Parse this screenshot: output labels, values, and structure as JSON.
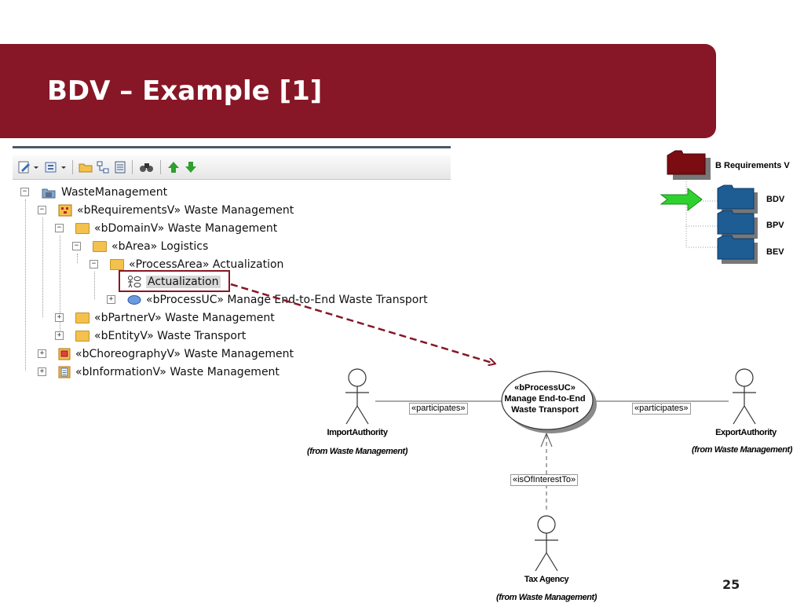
{
  "slide": {
    "title": "BDV – Example [1]",
    "page_number": "25",
    "accent_color": "#871726"
  },
  "toolbar": {
    "icons": [
      "edit-icon",
      "dropdown-arrow-icon",
      "view-icon",
      "dropdown-arrow-icon",
      "folder-icon",
      "hierarchy-icon",
      "document-icon",
      "find-icon",
      "move-up-icon",
      "move-down-icon"
    ]
  },
  "tree": {
    "nodes": [
      {
        "label": "WasteManagement",
        "icon": "package-root-icon",
        "toggle": "−"
      },
      {
        "label": "«bRequirementsV» Waste Management",
        "icon": "requirements-view-icon",
        "toggle": "−"
      },
      {
        "label": "«bDomainV» Waste Management",
        "icon": "folder-icon",
        "toggle": "−"
      },
      {
        "label": "«bArea» Logistics",
        "icon": "folder-icon",
        "toggle": "−"
      },
      {
        "label": "«ProcessArea» Actualization",
        "icon": "folder-icon",
        "toggle": "−"
      },
      {
        "label": "Actualization",
        "icon": "use-case-diagram-icon",
        "toggle": ""
      },
      {
        "label": "«bProcessUC» Manage End-to-End Waste Transport",
        "icon": "use-case-icon",
        "toggle": "+"
      },
      {
        "label": "«bPartnerV» Waste Management",
        "icon": "folder-icon",
        "toggle": "+"
      },
      {
        "label": "«bEntityV» Waste Transport",
        "icon": "folder-icon",
        "toggle": "+"
      },
      {
        "label": "«bChoreographyV» Waste Management",
        "icon": "choreography-view-icon",
        "toggle": "+"
      },
      {
        "label": "«bInformationV» Waste Management",
        "icon": "information-view-icon",
        "toggle": "+"
      }
    ]
  },
  "legend": {
    "items": [
      {
        "label": "B Requirements V",
        "color": "#7a0c12"
      },
      {
        "label": "BDV",
        "color": "#1e5c94"
      },
      {
        "label": "BPV",
        "color": "#1e5c94"
      },
      {
        "label": "BEV",
        "color": "#1e5c94"
      }
    ],
    "arrow_color": "#2fd12f"
  },
  "diagram": {
    "use_case": {
      "line1": "«bProcessUC»",
      "line2": "Manage End-to-End",
      "line3": "Waste Transport"
    },
    "actors": [
      {
        "name": "ImportAuthority",
        "from": "(from Waste Management)"
      },
      {
        "name": "ExportAuthority",
        "from": "(from Waste Management)"
      },
      {
        "name": "Tax Agency",
        "from": "(from Waste Management)"
      }
    ],
    "relations": {
      "participates_left": "«participates»",
      "participates_right": "«participates»",
      "interest": "«isOfInterestTo»"
    }
  }
}
